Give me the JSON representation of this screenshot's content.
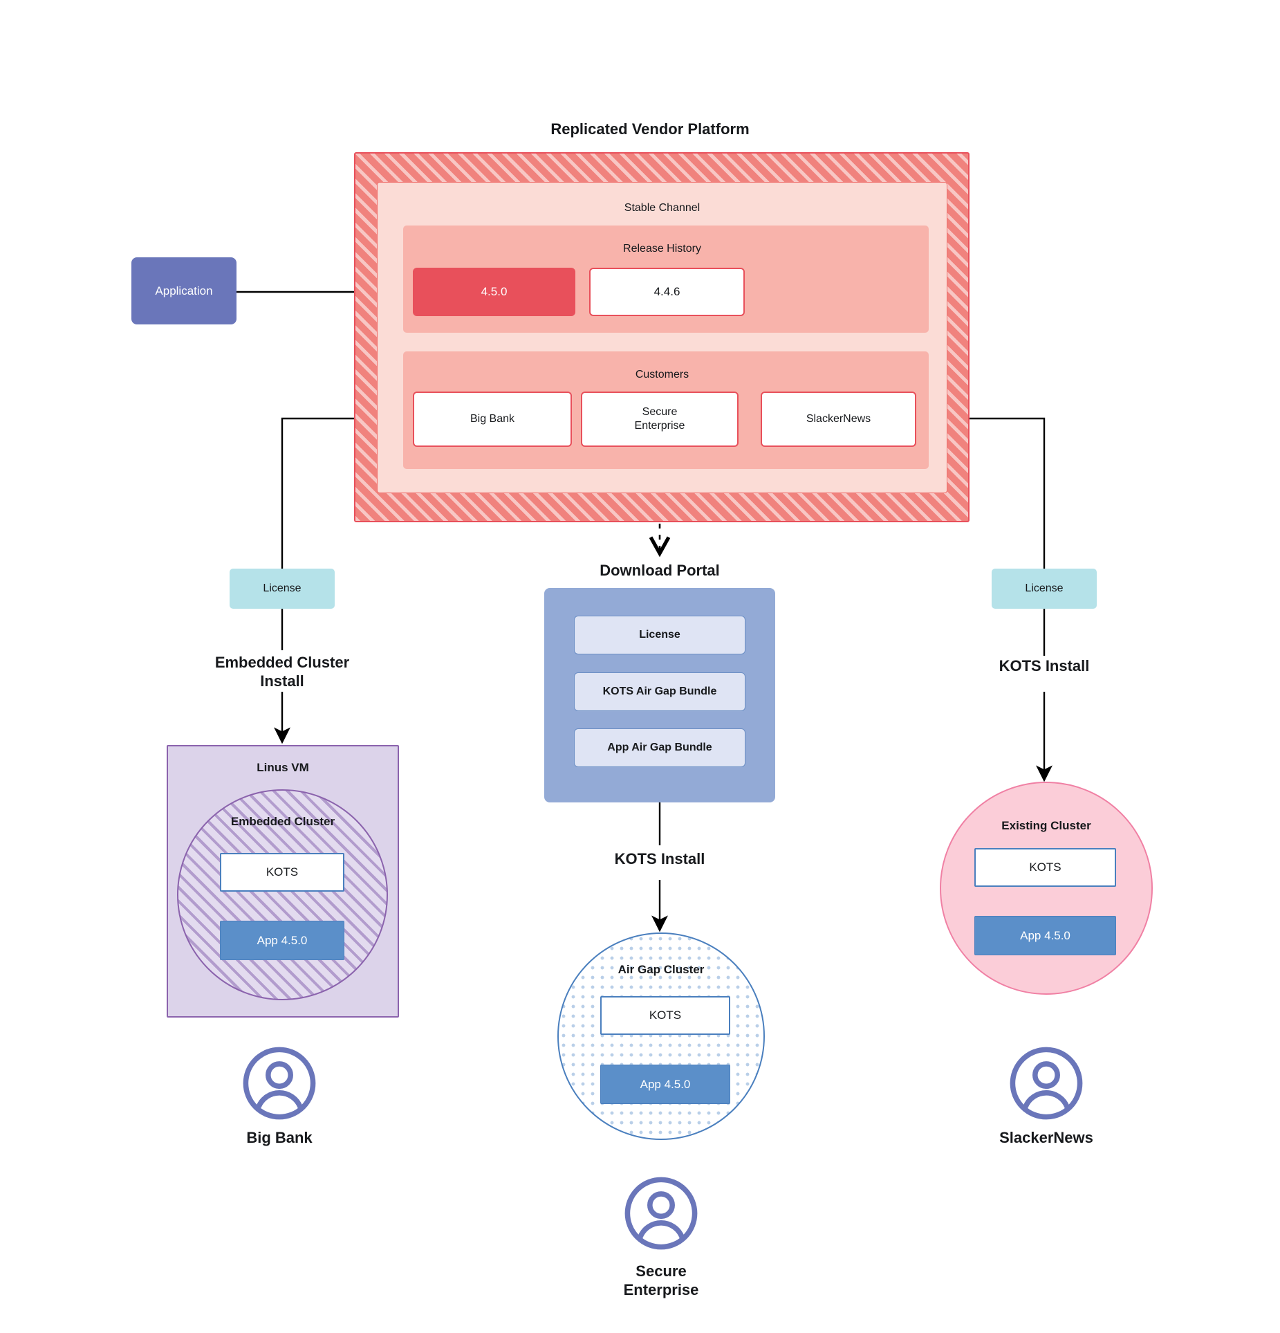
{
  "diagram": {
    "title": "Replicated Vendor Platform",
    "application_box": {
      "label": "Application"
    },
    "stable_channel": {
      "label": "Stable Channel",
      "release_history": {
        "label": "Release History",
        "releases": [
          {
            "version": "4.5.0",
            "state": "current"
          },
          {
            "version": "4.4.6",
            "state": "past"
          }
        ]
      },
      "customers": {
        "label": "Customers",
        "items": [
          {
            "name": "Big Bank"
          },
          {
            "name": "Secure\nEnterprise"
          },
          {
            "name": "SlackerNews"
          }
        ]
      }
    },
    "download_portal": {
      "title": "Download  Portal",
      "items": [
        {
          "label": "License"
        },
        {
          "label": "KOTS Air Gap Bundle"
        },
        {
          "label": "App Air Gap Bundle"
        }
      ]
    },
    "lanes": {
      "left": {
        "license_label": "License",
        "install_label": "Embedded Cluster\nInstall",
        "host_label": "Linus VM",
        "cluster_label": "Embedded Cluster",
        "kots_label": "KOTS",
        "app_label": "App 4.5.0",
        "customer_label": "Big Bank"
      },
      "center": {
        "install_label": "KOTS Install",
        "cluster_label": "Air Gap Cluster",
        "kots_label": "KOTS",
        "app_label": "App 4.5.0",
        "customer_label": "Secure\nEnterprise"
      },
      "right": {
        "license_label": "License",
        "install_label": "KOTS Install",
        "cluster_label": "Existing Cluster",
        "kots_label": "KOTS",
        "app_label": "App 4.5.0",
        "customer_label": "SlackerNews"
      }
    },
    "colors": {
      "platform_hatch": "#f0827d",
      "platform_border": "#e8505b",
      "stable_channel_bg": "#fbdcd6",
      "inner_panel_bg": "#f8b3ab",
      "release_current": "#e8505b",
      "application": "#6a76ba",
      "license_chip": "#b5e2e9",
      "portal": "#93aad6",
      "portal_item": "#dfe4f4",
      "vm_bg": "#dcd3ea",
      "vm_border": "#8b63ad",
      "airgap_border": "#4a7fbe",
      "existing_cluster_bg": "#fbcdd8",
      "existing_cluster_border": "#f080a4",
      "app_version_box": "#5b8fc9",
      "avatar": "#6a76ba"
    }
  }
}
